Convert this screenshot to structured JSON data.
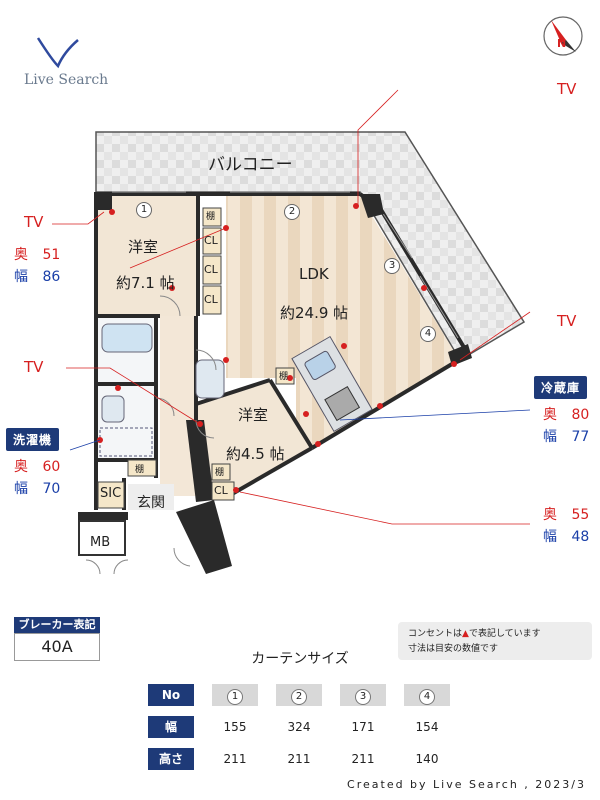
{
  "brand": {
    "name": "Live Search"
  },
  "compass": {
    "label": "N"
  },
  "rooms": {
    "balcony": "バルコニー",
    "western1": {
      "name": "洋室",
      "size": "約7.1 帖"
    },
    "ldk": {
      "name": "LDK",
      "size": "約24.9 帖"
    },
    "western2": {
      "name": "洋室",
      "size": "約4.5 帖"
    },
    "sic": "SIC",
    "entrance": "玄関",
    "mb": "MB"
  },
  "storage": {
    "shelf": "棚",
    "closet": "CL"
  },
  "windows": [
    "1",
    "2",
    "3",
    "4"
  ],
  "tv_labels": [
    "TV",
    "TV",
    "TV",
    "TV"
  ],
  "dims": {
    "depth_label": "奥",
    "width_label": "幅",
    "room1_tv": {
      "depth": "51",
      "width": "86"
    },
    "washer": {
      "title": "洗濯機",
      "depth": "60",
      "width": "70"
    },
    "fridge": {
      "title": "冷蔵庫",
      "depth": "80",
      "width": "77"
    },
    "room2_cl": {
      "depth": "55",
      "width": "48"
    }
  },
  "breaker": {
    "title": "ブレーカー表記",
    "value": "40A"
  },
  "notes": [
    "コンセントは",
    "で表記しています",
    "寸法は目安の数値です"
  ],
  "curtain": {
    "title": "カーテンサイズ",
    "headers": [
      "No",
      "幅",
      "高さ"
    ],
    "numbers": [
      "1",
      "2",
      "3",
      "4"
    ],
    "widths": [
      "155",
      "324",
      "171",
      "154"
    ],
    "heights": [
      "211",
      "211",
      "211",
      "140"
    ]
  },
  "footer": "Created by Live Search , 2023/3",
  "colors": {
    "accent_navy": "#1e3a78",
    "outlet_red": "#d62020",
    "wall": "#2a2a2a",
    "floor": "#f0e2cf"
  }
}
